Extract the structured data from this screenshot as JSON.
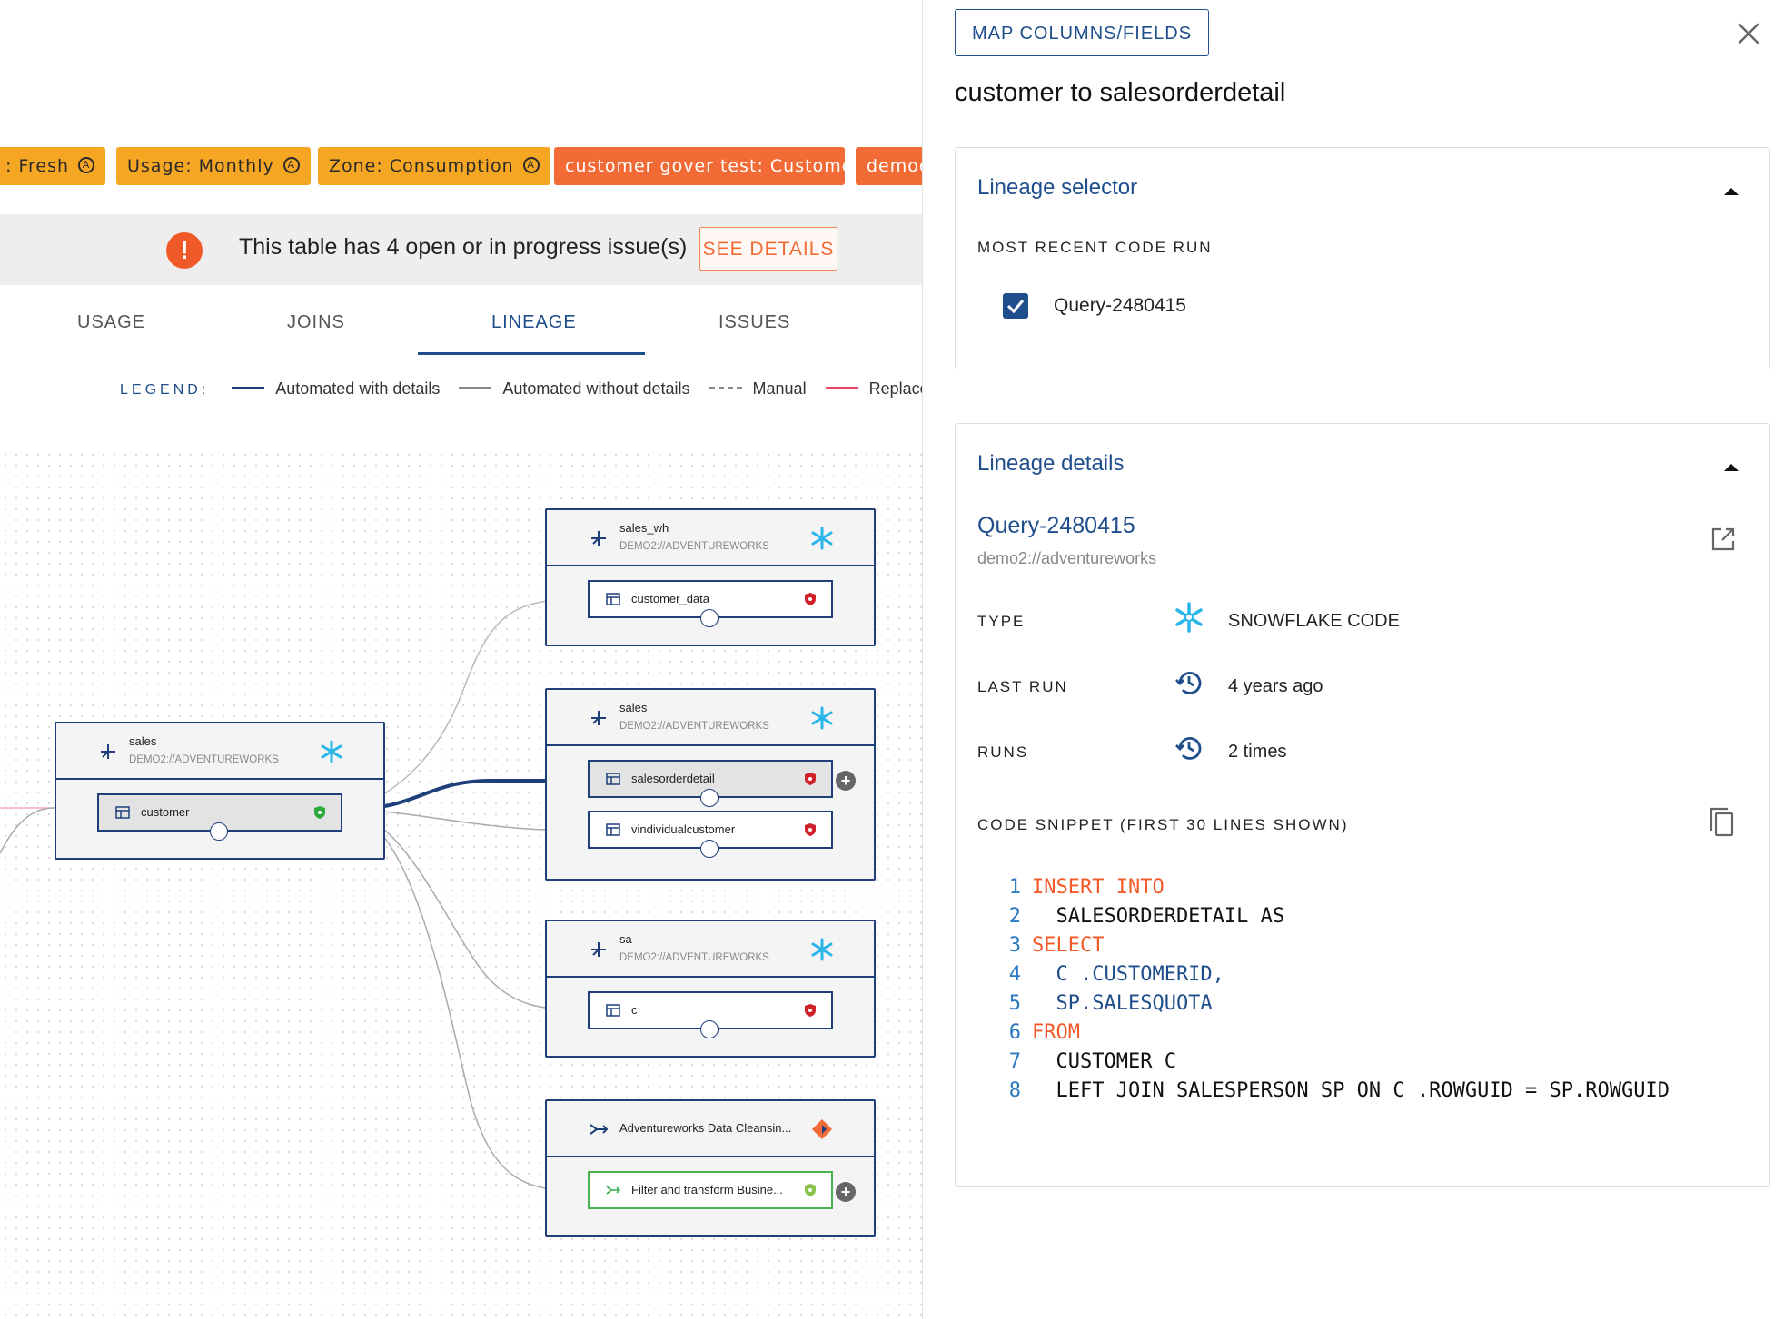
{
  "tags": [
    {
      "label": ": Fresh",
      "style": "yellow"
    },
    {
      "label": "Usage: Monthly",
      "style": "yellow"
    },
    {
      "label": "Zone: Consumption",
      "style": "yellow"
    },
    {
      "label": "customer gover test: Customer",
      "style": "orange"
    },
    {
      "label": "democ",
      "style": "orange"
    }
  ],
  "issue_bar": {
    "text": "This table has 4 open or in progress issue(s)",
    "button": "SEE DETAILS"
  },
  "tabs": [
    "USAGE",
    "JOINS",
    "LINEAGE",
    "ISSUES"
  ],
  "active_tab": "LINEAGE",
  "legend": {
    "label": "LEGEND:",
    "items": [
      {
        "label": "Automated with details",
        "color": "#1f3f7a",
        "style": "solid"
      },
      {
        "label": "Automated without details",
        "color": "#888888",
        "style": "solid"
      },
      {
        "label": "Manual",
        "color": "#888888",
        "style": "dashed"
      },
      {
        "label": "Replace",
        "color": "#e8436a",
        "style": "solid"
      }
    ]
  },
  "nodes": {
    "source": {
      "title": "sales",
      "sub": "DEMO2://ADVENTUREWORKS",
      "field": "customer"
    },
    "sales_wh": {
      "title": "sales_wh",
      "sub": "DEMO2://ADVENTUREWORKS",
      "field": "customer_data"
    },
    "sales": {
      "title": "sales",
      "sub": "DEMO2://ADVENTUREWORKS",
      "field1": "salesorderdetail",
      "field2": "vindividualcustomer"
    },
    "sa": {
      "title": "sa",
      "sub": "DEMO2://ADVENTUREWORKS",
      "field": "c"
    },
    "cleansing": {
      "title": "Adventureworks Data Cleansin...",
      "field": "Filter and transform Busine..."
    }
  },
  "panel": {
    "map_button": "MAP COLUMNS/FIELDS",
    "title": "customer to salesorderdetail",
    "selector": {
      "title": "Lineage selector",
      "section": "MOST RECENT CODE RUN",
      "query": "Query-2480415",
      "checked": true
    },
    "details": {
      "title": "Lineage details",
      "query": "Query-2480415",
      "source": "demo2://adventureworks",
      "type_label": "TYPE",
      "type_value": "SNOWFLAKE CODE",
      "last_run_label": "LAST RUN",
      "last_run_value": "4 years ago",
      "runs_label": "RUNS",
      "runs_value": "2 times",
      "snippet_label": "CODE SNIPPET (FIRST 30 LINES SHOWN)"
    },
    "code": [
      "INSERT INTO",
      "  SALESORDERDETAIL AS",
      "SELECT",
      "  C .CUSTOMERID,",
      "  SP.SALESQUOTA",
      "FROM",
      "  CUSTOMER C",
      "  LEFT JOIN SALESPERSON SP ON C .ROWGUID = SP.ROWGUID"
    ]
  }
}
